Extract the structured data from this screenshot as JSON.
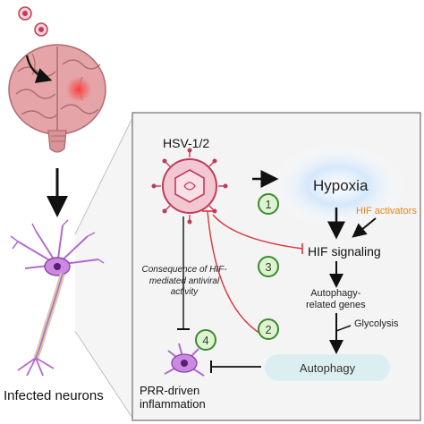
{
  "labels": {
    "virus": "HSV-1/2",
    "hypoxia": "Hypoxia",
    "hif_activators": "HIF activators",
    "hif_signaling": "HIF signaling",
    "autophagy_genes": "Autophagy-\nrelated genes",
    "glycolysis": "Glycolysis",
    "autophagy": "Autophagy",
    "consequence": "Consequence of HIF-mediated antiviral activity",
    "prr": "PRR-driven\ninflammation",
    "infected_neurons": "Infected neurons"
  },
  "steps": [
    "1",
    "2",
    "3",
    "4"
  ],
  "colors": {
    "panel_border": "#8a8a8a",
    "panel_fill": "#f4f4f4",
    "inhibit_red": "#d8343a",
    "hif_activator_orange": "#e8861a",
    "step_circle_fill": "#dff3d3",
    "step_circle_border": "#3a8a2f",
    "virus_red": "#c23a5a",
    "neuron_purple": "#b36ad0",
    "autophagy_fill": "#dceff0",
    "hypoxia_glow": "#9cc7f5"
  }
}
